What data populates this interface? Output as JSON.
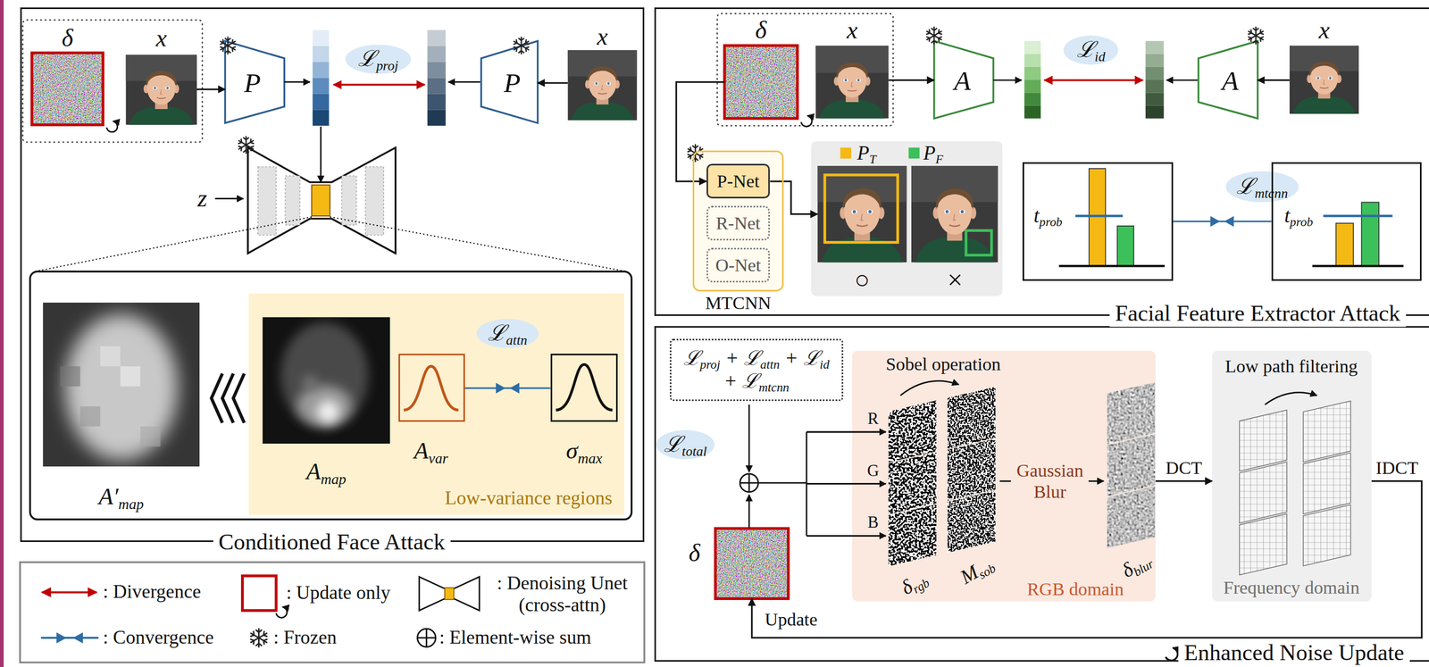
{
  "diagram": {
    "nodes": [
      {
        "text": [
          "Conditioned Face Attack"
        ]
      },
      {
        "text": [
          "δ"
        ],
        "in": 0
      },
      {
        "text": [
          "x"
        ],
        "in": 0
      },
      {
        "text": [
          "P"
        ],
        "in": 0
      },
      {
        "text": [
          "P"
        ],
        "in": 0
      },
      {
        "text": [
          "x"
        ],
        "in": 0
      },
      {
        "text": [
          "A′map"
        ],
        "in": 0
      },
      {
        "text": [
          "Low-variance regions"
        ],
        "in": 0
      },
      {
        "text": [
          "Amap"
        ],
        "in": 7
      },
      {
        "text": [
          "Avar"
        ],
        "in": 7
      },
      {
        "text": [
          "σmax"
        ],
        "in": 7
      },
      {
        "text": [
          "Facial Feature Extractor Attack"
        ]
      },
      {
        "text": [
          "δ"
        ],
        "in": 11
      },
      {
        "text": [
          "x"
        ],
        "in": 11
      },
      {
        "text": [
          "A"
        ],
        "in": 11
      },
      {
        "text": [
          "A"
        ],
        "in": 11
      },
      {
        "text": [
          "x"
        ],
        "in": 11
      },
      {
        "text": [
          "MTCNN"
        ],
        "in": 11
      },
      {
        "text": [
          "P-Net"
        ],
        "in": 17
      },
      {
        "text": [
          "R-Net"
        ],
        "in": 17
      },
      {
        "text": [
          "O-Net"
        ],
        "in": 17
      },
      {
        "text": [
          "PT",
          "○"
        ],
        "in": 11
      },
      {
        "text": [
          "PF",
          "×"
        ],
        "in": 11
      },
      {
        "text": [
          "tprob"
        ],
        "in": 11
      },
      {
        "text": [
          "tprob"
        ],
        "in": 11
      },
      {
        "text": [
          "Enhanced Noise Update"
        ]
      },
      {
        "text": [
          "ℒproj + ℒattn + ℒid + ℒmtcnn"
        ],
        "in": 25
      },
      {
        "text": [
          "δ"
        ],
        "in": 25
      },
      {
        "text": [
          "RGB domain"
        ],
        "in": 25
      },
      {
        "text": [
          "Frequency domain"
        ],
        "in": 25
      }
    ],
    "edges": [
      {
        "from": 2,
        "to": 3,
        "arrow": "to"
      },
      {
        "from": 5,
        "to": 4,
        "arrow": "to"
      },
      {
        "from": 9,
        "to": 10,
        "label": "ℒattn",
        "arrow": "none"
      },
      {
        "from": 13,
        "to": 14,
        "arrow": "to"
      },
      {
        "from": 16,
        "to": 15,
        "arrow": "to"
      },
      {
        "from": 12,
        "to": 18,
        "arrow": "to"
      },
      {
        "from": 18,
        "to": 21,
        "arrow": "to"
      },
      {
        "from": 23,
        "to": 24,
        "label": "ℒmtcnn",
        "arrow": "none"
      },
      {
        "from": 28,
        "to": 29,
        "label": "DCT",
        "arrow": "to"
      },
      {
        "from": 29,
        "to": 27,
        "label": "IDCT",
        "arrow": "to"
      }
    ],
    "labels": [
      "ℒproj",
      "z",
      "ℒid",
      "ℒtotal",
      "Sobel operation",
      "R",
      "G",
      "B",
      "δrgb",
      "Msob",
      "Gaussian Blur",
      "δblur",
      "Low path filtering",
      "Update"
    ],
    "legend": [
      {
        "text": ": Divergence"
      },
      {
        "text": ": Update only"
      },
      {
        "text": ": Denoising Unet (cross-attn)"
      },
      {
        "text": ": Convergence"
      },
      {
        "text": ": Frozen"
      },
      {
        "text": ": Element-wise sum"
      }
    ]
  }
}
